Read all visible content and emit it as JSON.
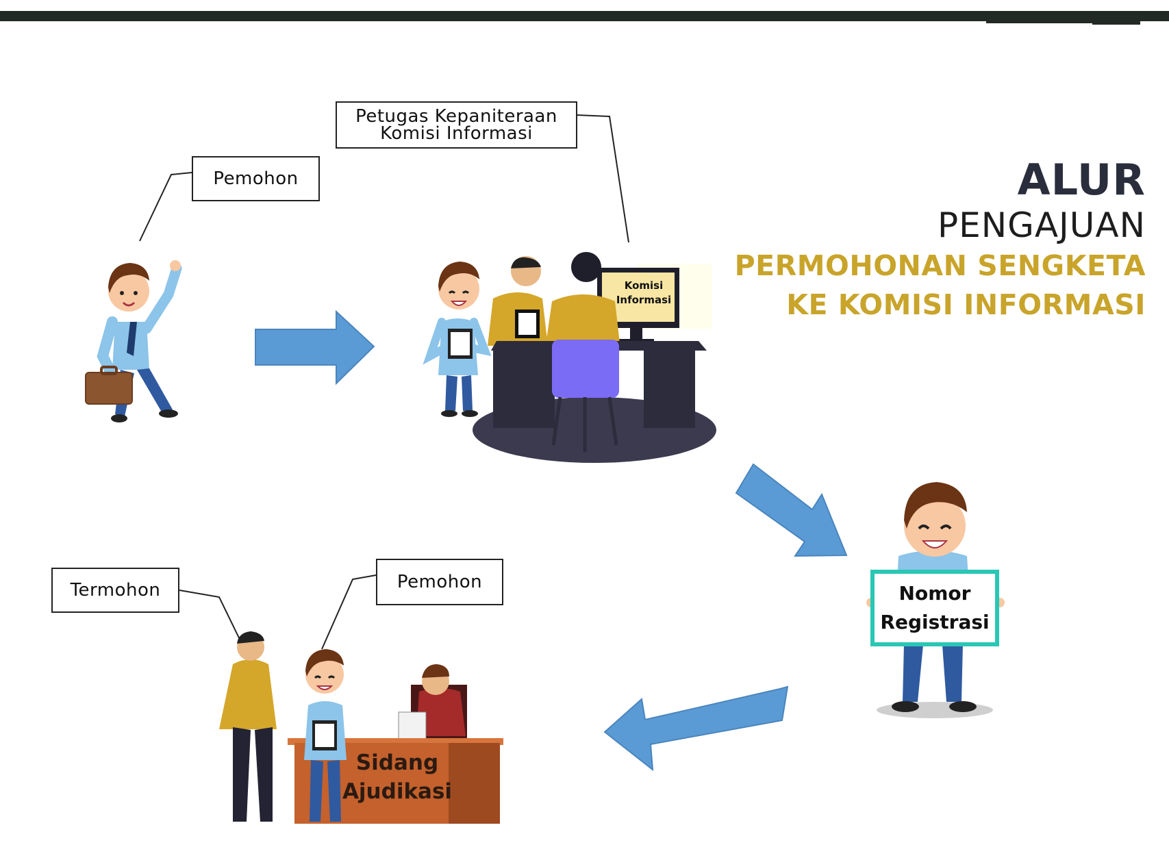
{
  "title": {
    "line1": "ALUR",
    "line2": "PENGAJUAN",
    "line3": "PERMOHONAN SENGKETA",
    "line4": "KE KOMISI INFORMASI"
  },
  "labels": {
    "pemohon_top": "Pemohon",
    "petugas_line1": "Petugas Kepaniteraan",
    "petugas_line2": "Komisi Informasi",
    "termohon": "Termohon",
    "pemohon_bottom": "Pemohon"
  },
  "monitor": {
    "line1": "Komisi",
    "line2": "Informasi"
  },
  "sign": {
    "line1": "Nomor",
    "line2": "Registrasi"
  },
  "desk": {
    "line1": "Sidang",
    "line2": "Ajudikasi"
  },
  "colors": {
    "accent_gold": "#c9a42a",
    "arrow_blue": "#5b9bd5",
    "sign_teal": "#29c7b5",
    "dark_navy": "#2a2d3c"
  },
  "icons": [
    "applicant-figure",
    "clerk-desk-scene",
    "registration-figure",
    "hearing-scene",
    "arrow-right-icon",
    "arrow-down-right-icon",
    "arrow-left-icon"
  ]
}
